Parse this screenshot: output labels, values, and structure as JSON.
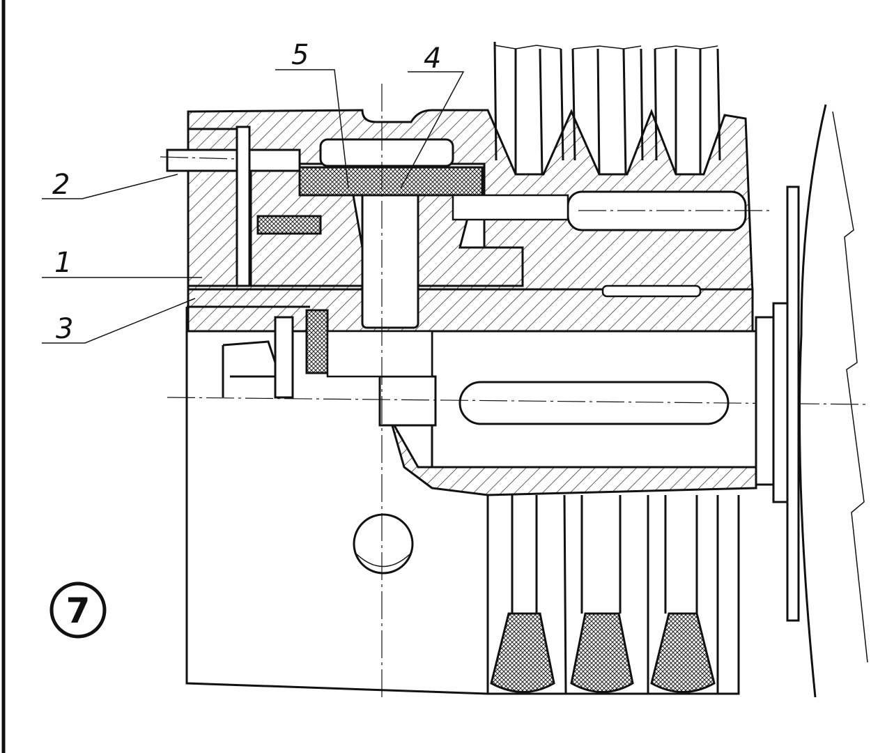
{
  "drawing": {
    "figure_number": "7",
    "part_labels": [
      {
        "id": "label-1",
        "text": "1"
      },
      {
        "id": "label-2",
        "text": "2"
      },
      {
        "id": "label-3",
        "text": "3"
      },
      {
        "id": "label-4",
        "text": "4"
      },
      {
        "id": "label-5",
        "text": "5"
      }
    ]
  }
}
